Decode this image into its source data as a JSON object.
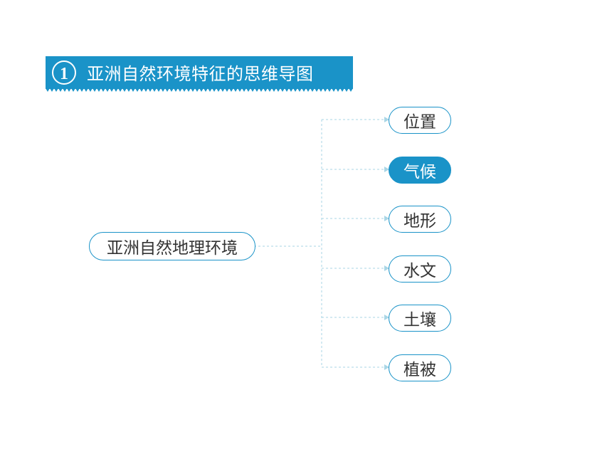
{
  "banner": {
    "number": "1",
    "title": "亚洲自然环境特征的思维导图"
  },
  "mindmap": {
    "root": "亚洲自然地理环境",
    "children": [
      {
        "label": "位置",
        "active": false
      },
      {
        "label": "气候",
        "active": true
      },
      {
        "label": "地形",
        "active": false
      },
      {
        "label": "水文",
        "active": false
      },
      {
        "label": "土壤",
        "active": false
      },
      {
        "label": "植被",
        "active": false
      }
    ]
  },
  "colors": {
    "accent": "#1a93c8",
    "connector": "#a9d6e6",
    "text": "#333333"
  }
}
